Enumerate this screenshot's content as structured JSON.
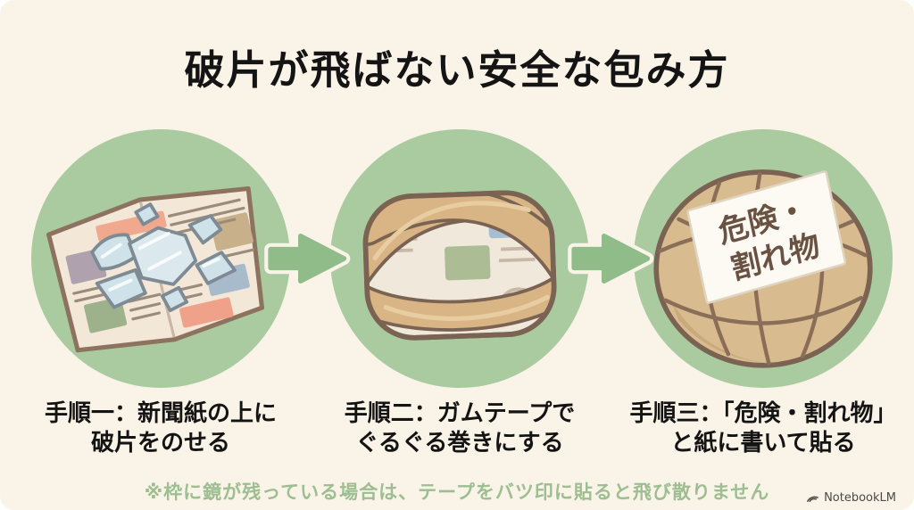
{
  "title": "破片が飛ばない安全な包み方",
  "steps": [
    {
      "id": "step-1",
      "illustration": "broken-mirror-shards-on-newspaper",
      "caption": [
        "手順一：新聞紙の上に",
        "破片をのせる"
      ]
    },
    {
      "id": "step-2",
      "illustration": "newspaper-bundle-wrapped-with-packing-tape",
      "caption": [
        "手順二：ガムテープで",
        "ぐるぐる巻きにする"
      ]
    },
    {
      "id": "step-3",
      "illustration": "tape-wrapped-bundle-with-warning-label",
      "caption": [
        "手順三：「危険・割れ物」",
        "と紙に書いて貼る"
      ],
      "label": [
        "危険・",
        "割れ物"
      ]
    }
  ],
  "footnote": "※枠に鏡が残っている場合は、テープをバツ印に貼ると飛び散りません",
  "watermark": "NotebookLM",
  "colors": {
    "background": "#FAF3E7",
    "circle_green": "#AACBA0",
    "arrow_green": "#8FBC88",
    "footnote_green": "#9CBE90",
    "title_black": "#141414",
    "tape_tan": "#D9B586",
    "glass_blue": "#DBE9EF"
  }
}
